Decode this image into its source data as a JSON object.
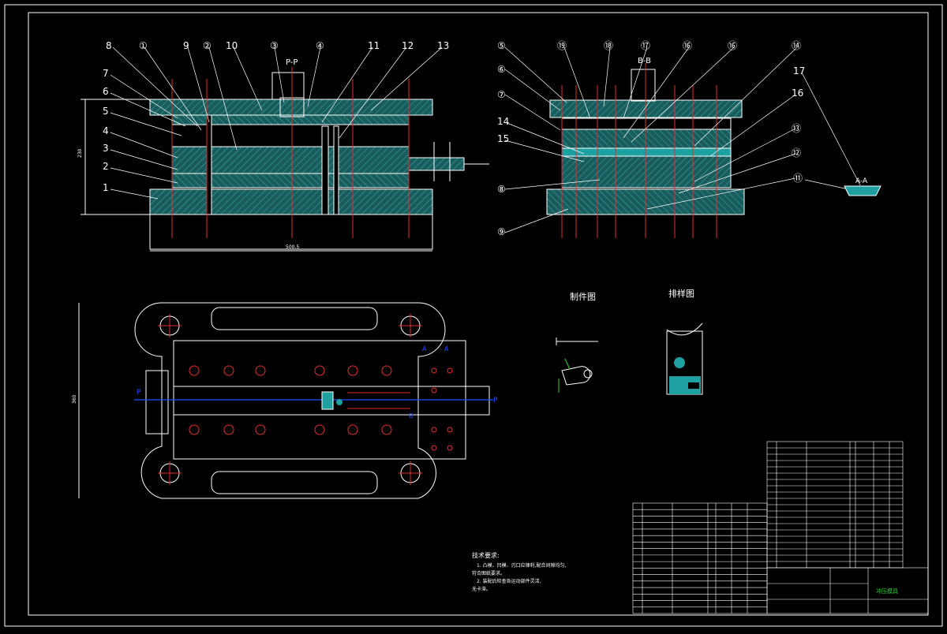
{
  "sheet": {
    "section_label_pp": "P-P",
    "section_label_bb": "B-B",
    "section_label_aa": "A-A",
    "dim_height": "230",
    "dim_width": "500.5",
    "dim_plan_height": "360"
  },
  "front_view_callouts": [
    "8",
    "①",
    "9",
    "②",
    "10",
    "③",
    "④",
    "11",
    "12",
    "13"
  ],
  "front_view_side_callouts": [
    "7",
    "6",
    "5",
    "4",
    "3",
    "2",
    "1"
  ],
  "side_view_callouts_top": [
    "⑤",
    "⑲",
    "⑱",
    "⑰",
    "⑯",
    "⑯",
    "⑭"
  ],
  "side_view_callouts_left": [
    "⑥",
    "⑦",
    "14",
    "15",
    "⑧",
    "⑨"
  ],
  "side_view_callouts_right": [
    "16",
    "⑬",
    "⑫"
  ],
  "part_callouts": [
    "17",
    "⑪"
  ],
  "titles": {
    "part_drawing": "制件图",
    "strip_layout": "排样图",
    "tech_req_title": "技术要求:",
    "title_block_name": "冲压模具"
  },
  "tech_requirements": [
    "1. 凸模、凹模、刃口应锋利,配合间隙均匀,",
    "符合图纸要求。",
    "2. 装配后检查各运动部件灵活,",
    "无卡滞。"
  ],
  "plan_markers": [
    "P",
    "P",
    "A",
    "A",
    "B"
  ]
}
